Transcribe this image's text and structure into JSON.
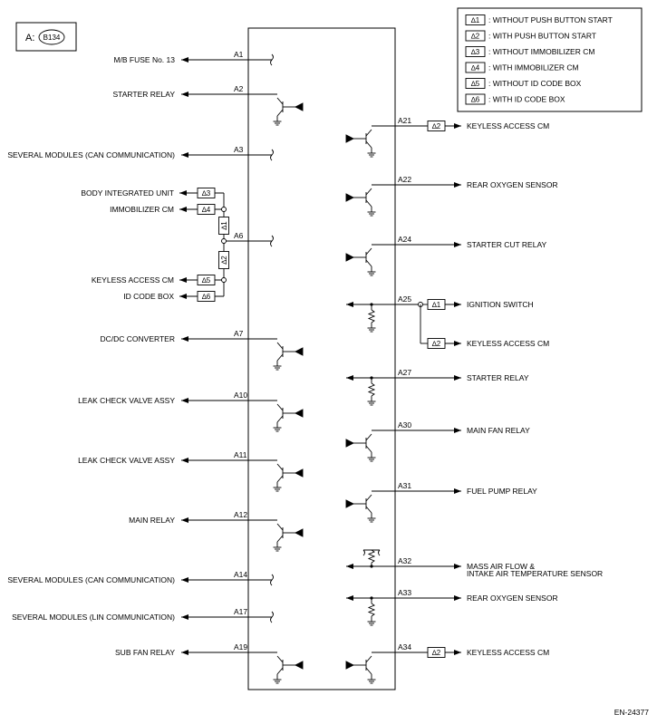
{
  "connector": {
    "prefix": "A:",
    "code": "B134"
  },
  "legend": [
    {
      "tag": "∆1",
      "text": ": WITHOUT PUSH BUTTON START"
    },
    {
      "tag": "∆2",
      "text": ": WITH PUSH BUTTON START"
    },
    {
      "tag": "∆3",
      "text": ": WITHOUT IMMOBILIZER CM"
    },
    {
      "tag": "∆4",
      "text": ": WITH IMMOBILIZER CM"
    },
    {
      "tag": "∆5",
      "text": ": WITHOUT ID CODE BOX"
    },
    {
      "tag": "∆6",
      "text": ": WITH ID CODE BOX"
    }
  ],
  "left": [
    {
      "pin": "A1",
      "label": "M/B FUSE No. 13"
    },
    {
      "pin": "A2",
      "label": "STARTER RELAY"
    },
    {
      "pin": "A3",
      "label": "SEVERAL MODULES (CAN COMMUNICATION)"
    },
    {
      "pin": "A6",
      "label": ""
    },
    {
      "pin": "A7",
      "label": "DC/DC CONVERTER"
    },
    {
      "pin": "A10",
      "label": "LEAK CHECK VALVE ASSY"
    },
    {
      "pin": "A11",
      "label": "LEAK CHECK VALVE ASSY"
    },
    {
      "pin": "A12",
      "label": "MAIN RELAY"
    },
    {
      "pin": "A14",
      "label": "SEVERAL MODULES (CAN COMMUNICATION)"
    },
    {
      "pin": "A17",
      "label": "SEVERAL MODULES (LIN COMMUNICATION)"
    },
    {
      "pin": "A19",
      "label": "SUB FAN RELAY"
    }
  ],
  "a6_branches": [
    {
      "label": "BODY INTEGRATED UNIT",
      "tag": "∆3"
    },
    {
      "label": "IMMOBILIZER CM",
      "tag": "∆4"
    },
    {
      "label": "KEYLESS ACCESS CM",
      "tag": "∆5"
    },
    {
      "label": "ID CODE BOX",
      "tag": "∆6"
    }
  ],
  "a6_vertical_tags": [
    "∆1",
    "∆2"
  ],
  "right": [
    {
      "pin": "A21",
      "label": "KEYLESS ACCESS CM",
      "tag": "∆2"
    },
    {
      "pin": "A22",
      "label": "REAR OXYGEN SENSOR"
    },
    {
      "pin": "A24",
      "label": "STARTER CUT RELAY"
    },
    {
      "pin": "A25",
      "label": "IGNITION SWITCH",
      "tag": "∆1"
    },
    {
      "pin": "A25b",
      "label": "KEYLESS ACCESS CM",
      "tag": "∆2"
    },
    {
      "pin": "A27",
      "label": "STARTER RELAY"
    },
    {
      "pin": "A30",
      "label": "MAIN FAN RELAY"
    },
    {
      "pin": "A31",
      "label": "FUEL PUMP RELAY"
    },
    {
      "pin": "A32",
      "label": "MASS AIR FLOW &",
      "label2": "INTAKE AIR TEMPERATURE SENSOR"
    },
    {
      "pin": "A33",
      "label": "REAR OXYGEN SENSOR"
    },
    {
      "pin": "A34",
      "label": "KEYLESS ACCESS CM",
      "tag": "∆2"
    }
  ],
  "figure_id": "EN-24377"
}
